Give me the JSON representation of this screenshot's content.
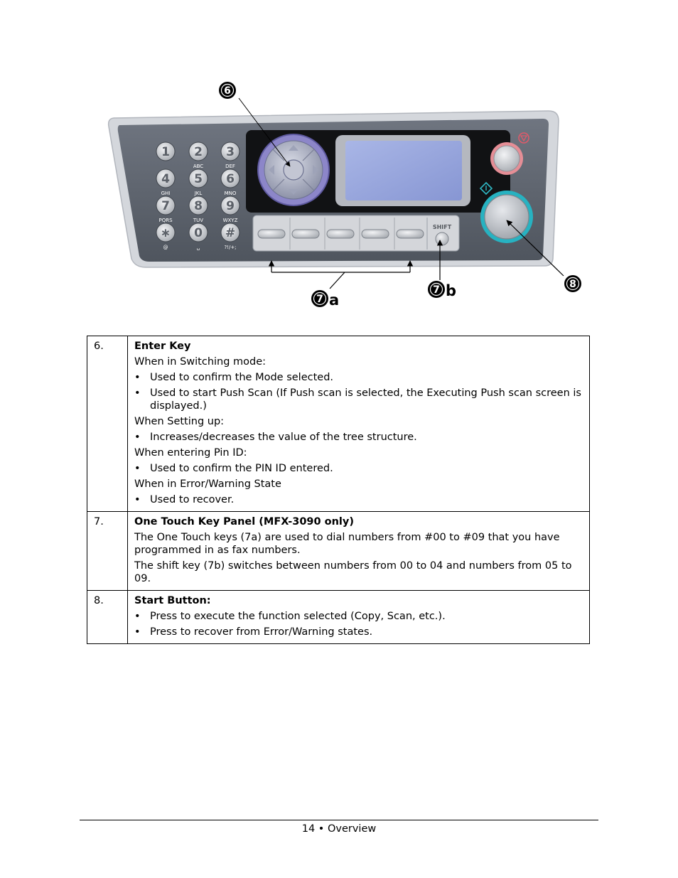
{
  "figure": {
    "keypad": [
      {
        "digit": "1",
        "letters": ""
      },
      {
        "digit": "2",
        "letters": "ABC"
      },
      {
        "digit": "3",
        "letters": "DEF"
      },
      {
        "digit": "4",
        "letters": "GHI"
      },
      {
        "digit": "5",
        "letters": "JKL"
      },
      {
        "digit": "6",
        "letters": "MNO"
      },
      {
        "digit": "7",
        "letters": "PQRS"
      },
      {
        "digit": "8",
        "letters": "TUV"
      },
      {
        "digit": "9",
        "letters": "WXYZ"
      },
      {
        "digit": "∗",
        "letters": "@"
      },
      {
        "digit": "0",
        "letters": "␣"
      },
      {
        "digit": "#",
        "letters": "?!/+;"
      }
    ],
    "shift_label": "SHIFT",
    "callouts": {
      "c6": "6",
      "c7a_num": "7",
      "c7a_suffix": "a",
      "c7b_num": "7",
      "c7b_suffix": "b",
      "c8": "8"
    }
  },
  "rows": [
    {
      "number": "6.",
      "title": "Enter Key",
      "lines": [
        {
          "kind": "para",
          "text": "When in Switching mode:"
        },
        {
          "kind": "bullet",
          "text": "Used to confirm the Mode selected."
        },
        {
          "kind": "bullet",
          "text": "Used to start Push Scan (If Push scan is selected, the Executing Push scan screen is displayed.)"
        },
        {
          "kind": "para",
          "text": "When Setting up:"
        },
        {
          "kind": "bullet",
          "text": "Increases/decreases the value of the tree structure."
        },
        {
          "kind": "para",
          "text": "When entering Pin ID:"
        },
        {
          "kind": "bullet",
          "text": "Used to confirm the PIN ID entered."
        },
        {
          "kind": "para",
          "text": "When in Error/Warning State"
        },
        {
          "kind": "bullet",
          "text": "Used to recover."
        }
      ]
    },
    {
      "number": "7.",
      "title": "One Touch Key Panel (MFX-3090 only)",
      "lines": [
        {
          "kind": "para",
          "text": "The One Touch keys (7a) are used to dial numbers from #00 to #09 that you have programmed in as fax numbers."
        },
        {
          "kind": "para",
          "text": "The shift key (7b) switches between numbers from 00 to 04 and numbers from 05 to 09."
        }
      ]
    },
    {
      "number": "8.",
      "title": "Start Button:",
      "lines": [
        {
          "kind": "bullet",
          "text": "Press to execute the function selected (Copy, Scan, etc.)."
        },
        {
          "kind": "bullet",
          "text": "Press to recover from Error/Warning states."
        }
      ]
    }
  ],
  "footer": {
    "text": "14 • Overview"
  }
}
